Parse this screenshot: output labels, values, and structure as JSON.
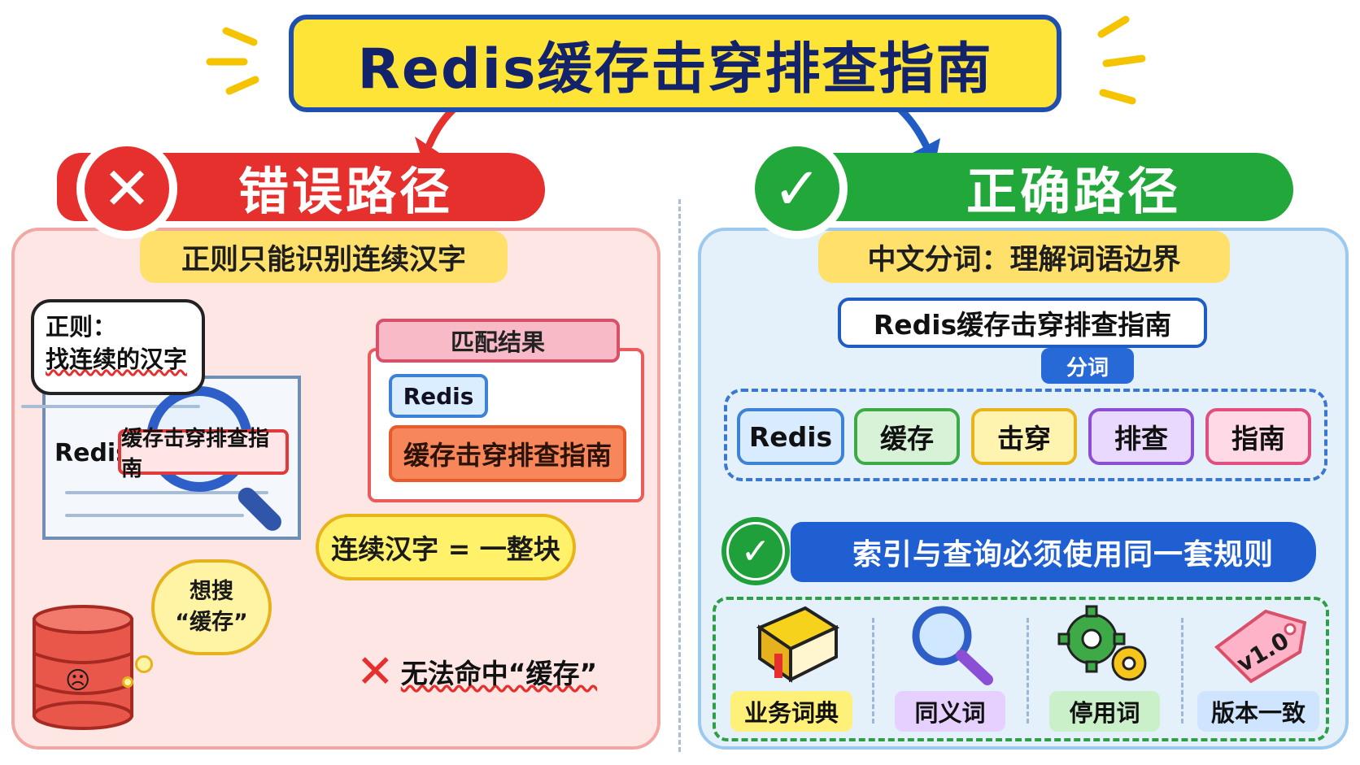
{
  "title": "Redis缓存击穿排查指南",
  "wrong": {
    "header": "错误路径",
    "icon": "cross-icon",
    "subtitle": "正则只能识别连续汉字",
    "bubble_line1": "正则：",
    "bubble_line2": "找连续的汉字",
    "doc_prefix": "Redis",
    "doc_highlight": "缓存击穿排查指南",
    "result_header": "匹配结果",
    "result_items": [
      "Redis",
      "缓存击穿排查指南"
    ],
    "cloud": "连续汉字 = 一整块",
    "thought_line1": "想搜",
    "thought_line2": "“缓存”",
    "fail": "无法命中“缓存”"
  },
  "right": {
    "header": "正确路径",
    "icon": "check-icon",
    "subtitle": "中文分词：理解词语边界",
    "source": "Redis缓存击穿排查指南",
    "seg_label": "分词",
    "tokens": [
      "Redis",
      "缓存",
      "击穿",
      "排查",
      "指南"
    ],
    "rule": "索引与查询必须使用同一套规则",
    "tools": [
      {
        "label": "业务词典",
        "icon": "book-icon"
      },
      {
        "label": "同义词",
        "icon": "magnifier-icon"
      },
      {
        "label": "停用词",
        "icon": "gear-icon"
      },
      {
        "label": "版本一致",
        "icon": "tag-icon",
        "tag_text": "v1.0"
      }
    ]
  },
  "colors": {
    "title_fill": "#ffe438",
    "title_border": "#1e4fb0",
    "wrong_red": "#e5302e",
    "right_green": "#22a83a",
    "rule_blue": "#1f5fd1",
    "token_colors": [
      "#3d82d6",
      "#3eaa47",
      "#e8b41a",
      "#8b4fd6",
      "#e04f7e"
    ]
  }
}
